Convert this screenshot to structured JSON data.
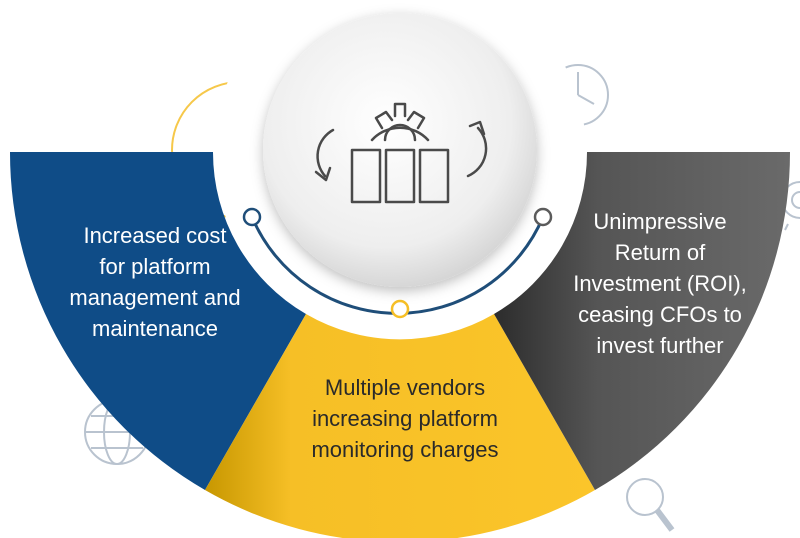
{
  "segments": {
    "left": {
      "lines": [
        "Increased cost",
        "for platform",
        "management and",
        "maintenance"
      ],
      "color": "#0f4c87"
    },
    "middle": {
      "lines": [
        "Multiple vendors",
        "increasing platform",
        "monitoring charges"
      ],
      "color": "#f6bf26"
    },
    "right": {
      "lines": [
        "Unimpressive",
        "Return of",
        "Investment (ROI),",
        "ceasing CFOs to",
        "invest further"
      ],
      "color": "#5b5b5b"
    }
  },
  "colors": {
    "navy": "#0f4c87",
    "yellow": "#f6bf26",
    "gray": "#5b5b5b",
    "connector": "#1f4e79",
    "icon_stroke": "#4a4a4a",
    "deco_stroke": "#b9c3cf"
  },
  "icons": {
    "center": "process-gears-cycle-icon",
    "decorative": [
      "clock-icon",
      "globe-icon",
      "magnifier-icon",
      "gear-icon",
      "ring-outline"
    ]
  }
}
